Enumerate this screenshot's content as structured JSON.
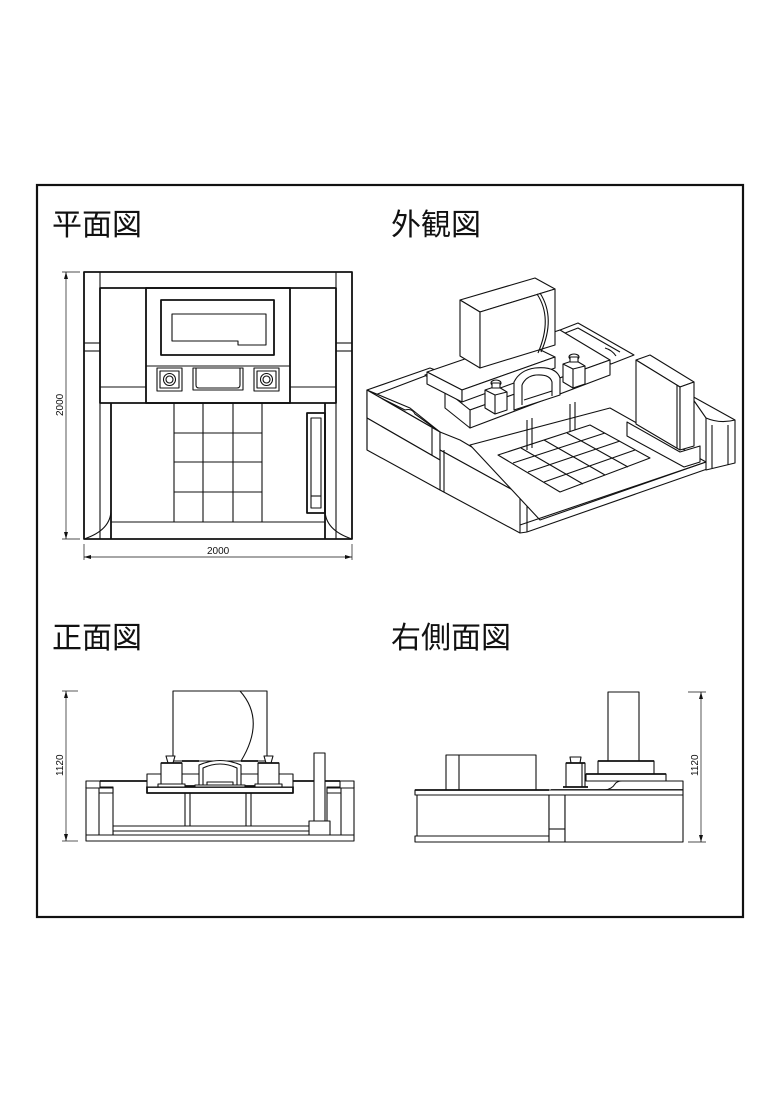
{
  "sheet": {
    "views": {
      "plan": {
        "title": "平面図",
        "width_dimension": "2000",
        "depth_dimension": "2000"
      },
      "isometric": {
        "title": "外観図"
      },
      "front": {
        "title": "正面図",
        "height_dimension": "1120"
      },
      "right_side": {
        "title": "右側面図",
        "height_dimension": "1120"
      }
    },
    "colors": {
      "line": "#111111",
      "background": "#ffffff"
    }
  }
}
